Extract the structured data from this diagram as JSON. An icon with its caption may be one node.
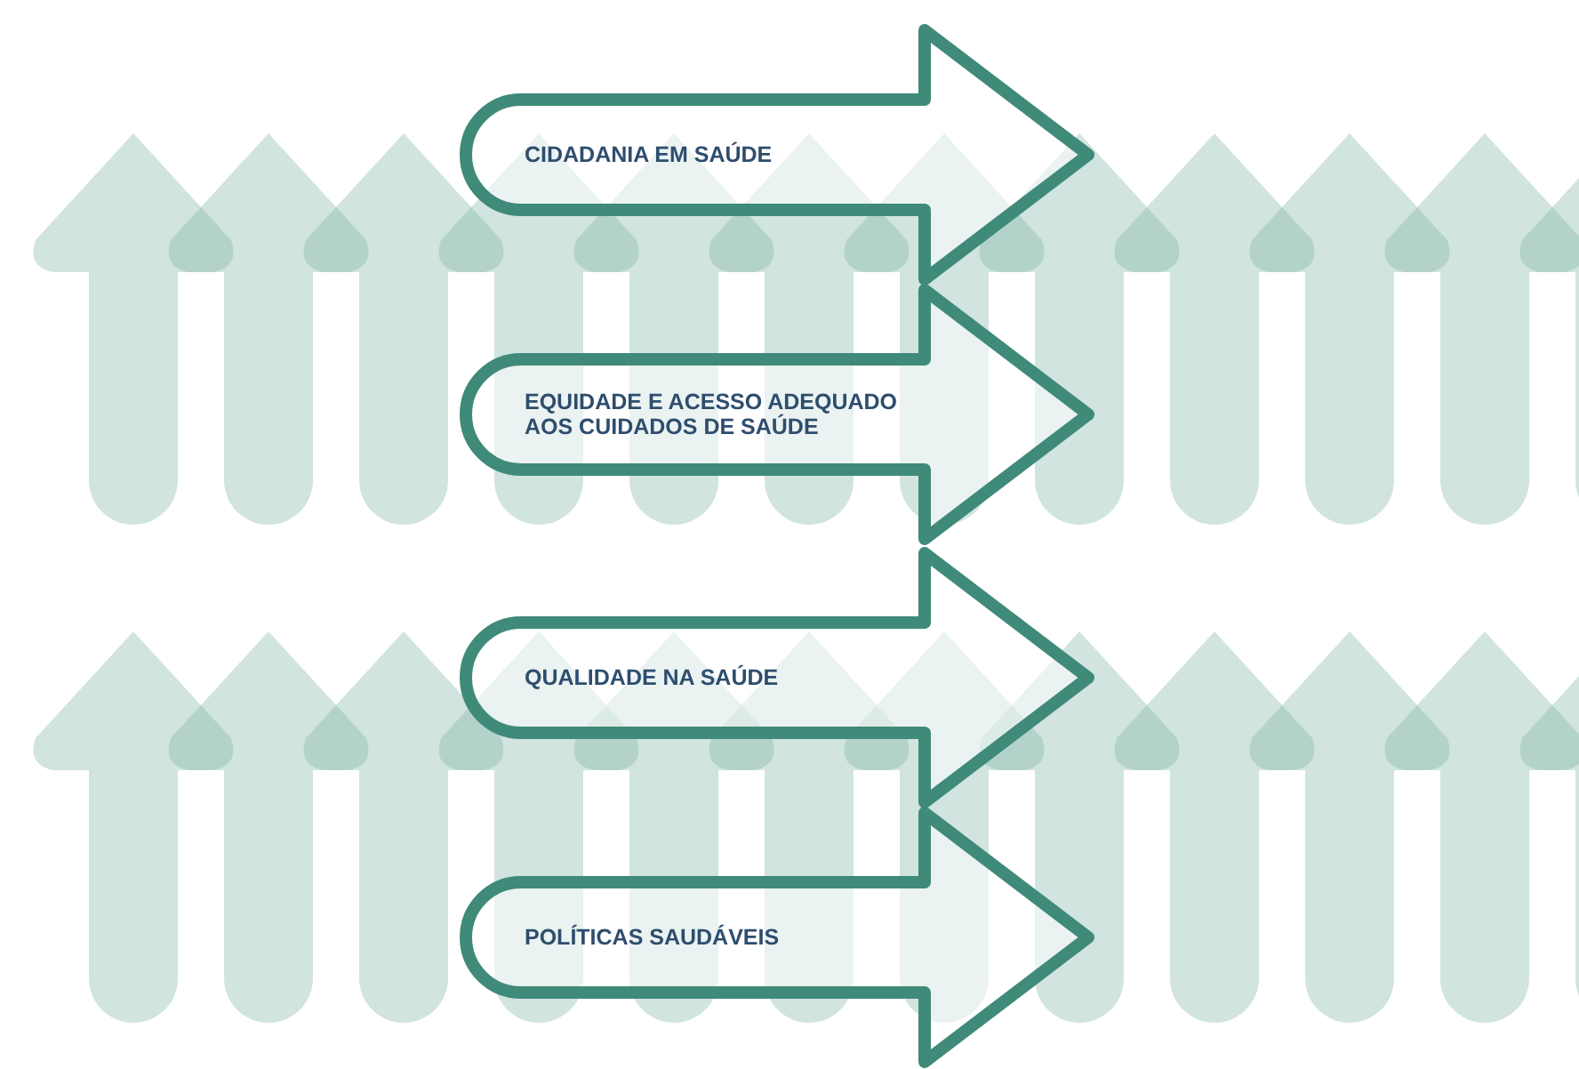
{
  "diagram": {
    "nodes": [
      {
        "text": [
          "CIDADANIA EM SAÚDE"
        ]
      },
      {
        "text": [
          "EQUIDADE E ACESSO ADEQUADO AOS CUIDADOS DE SAÚDE"
        ]
      },
      {
        "text": [
          "QUALIDADE NA SAÚDE"
        ]
      },
      {
        "text": [
          "POLÍTICAS SAUDÁVEIS"
        ]
      }
    ]
  }
}
